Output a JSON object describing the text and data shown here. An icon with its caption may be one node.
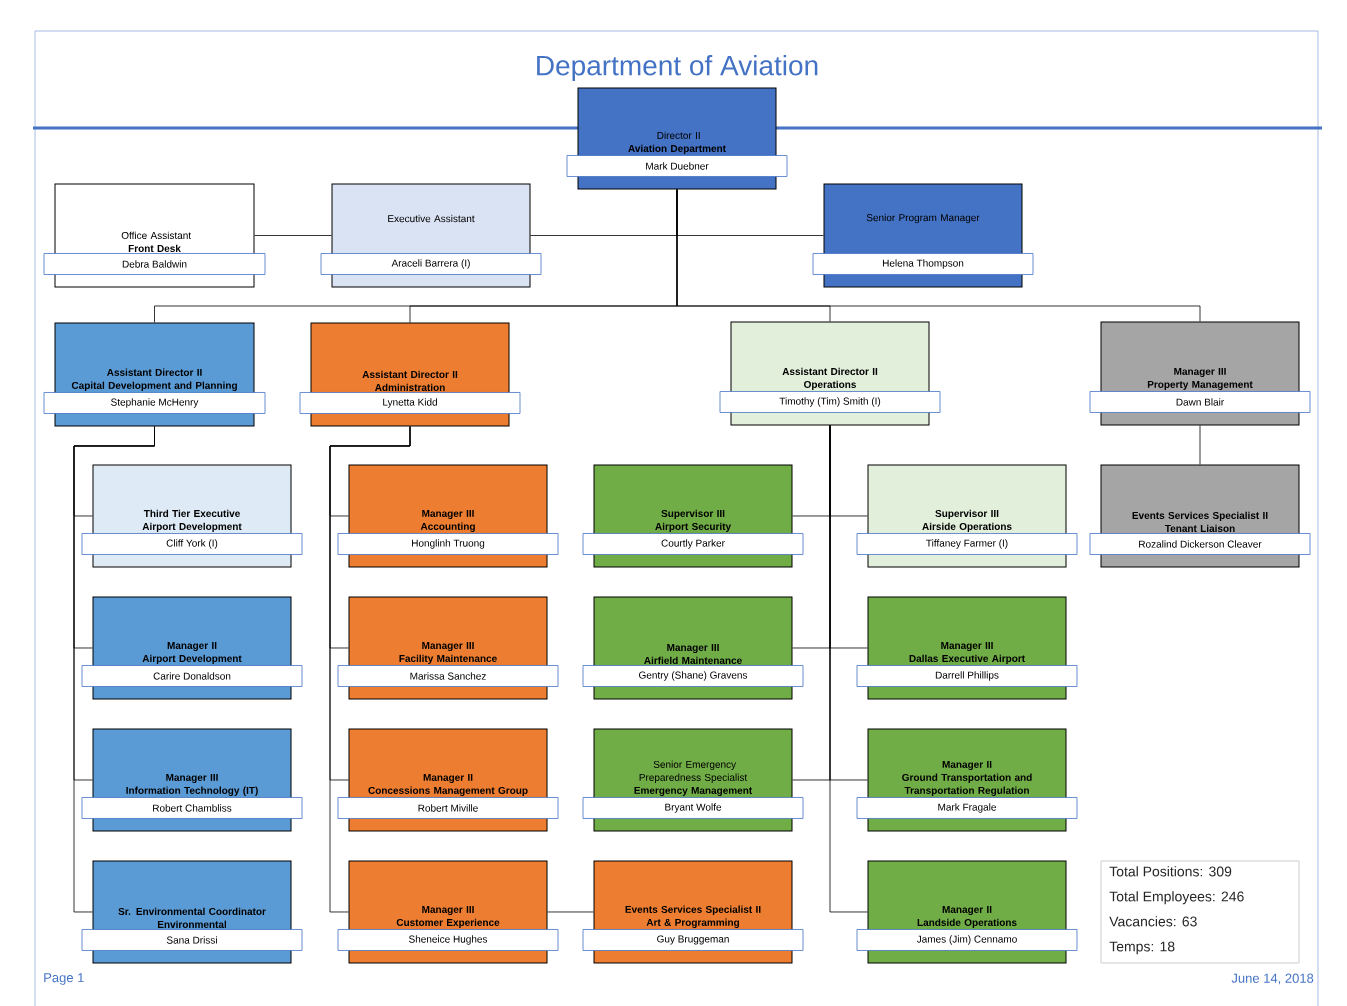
{
  "diagram": {
    "title": "Department of Aviation",
    "nodes": [
      {
        "text": [
          "Director II",
          "Aviation Department",
          "Mark Duebner"
        ]
      },
      {
        "text": [
          "Office Assistant",
          "Front Desk",
          "Debra Baldwin"
        ]
      },
      {
        "text": [
          "Executive Assistant",
          "Araceli Barrera (I)"
        ]
      },
      {
        "text": [
          "Senior Program Manager",
          "Helena Thompson"
        ]
      },
      {
        "text": [
          "Assistant Director II",
          "Capital Development and Planning",
          "Stephanie McHenry"
        ]
      },
      {
        "text": [
          "Assistant Director II",
          "Administration",
          "Lynetta Kidd"
        ]
      },
      {
        "text": [
          "Assistant Director II",
          "Operations",
          "Timothy (Tim) Smith (I)"
        ]
      },
      {
        "text": [
          "Manager III",
          "Property Management",
          "Dawn Blair"
        ]
      },
      {
        "text": [
          "Third Tier Executive",
          "Airport Development",
          "Cliff York (I)"
        ]
      },
      {
        "text": [
          "Manager II",
          "Airport Development",
          "Carire Donaldson"
        ]
      },
      {
        "text": [
          "Manager III",
          "Information Technology (IT)",
          "Robert Chambliss"
        ]
      },
      {
        "text": [
          "Sr. Environmental Coordinator",
          "Environmental",
          "Sana Drissi"
        ]
      },
      {
        "text": [
          "Manager III",
          "Accounting",
          "Honglinh Truong"
        ]
      },
      {
        "text": [
          "Manager III",
          "Facility Maintenance",
          "Marissa Sanchez"
        ]
      },
      {
        "text": [
          "Manager II",
          "Concessions Management Group",
          "Robert Miville"
        ]
      },
      {
        "text": [
          "Manager III",
          "Customer Experience",
          "Sheneice Hughes"
        ]
      },
      {
        "text": [
          "Events Services Specialist II",
          "Art & Programming",
          "Guy Bruggeman"
        ]
      },
      {
        "text": [
          "Supervisor III",
          "Airport Security",
          "Courtly Parker"
        ]
      },
      {
        "text": [
          "Manager III",
          "Airfield Maintenance",
          "Gentry (Shane) Gravens"
        ]
      },
      {
        "text": [
          "Senior Emergency Preparedness Specialist",
          "Emergency Management",
          "Bryant Wolfe"
        ]
      },
      {
        "text": [
          "Supervisor III",
          "Airside Operations",
          "Tiffaney Farmer (I)"
        ]
      },
      {
        "text": [
          "Manager III",
          "Dallas Executive Airport",
          "Darrell Phillips"
        ]
      },
      {
        "text": [
          "Manager II",
          "Ground Transportation and Transportation Regulation",
          "Mark Fragale"
        ]
      },
      {
        "text": [
          "Manager II",
          "Landside Operations",
          "James (Jim) Cennamo"
        ]
      },
      {
        "text": [
          "Events Services Specialist II",
          "Tenant Liaison",
          "Rozalind Dickerson Cleaver"
        ]
      },
      {
        "text": [
          "Total Positions: 309",
          "Total Employees: 246",
          "Vacancies: 63",
          "Temps: 18"
        ]
      }
    ],
    "edges": [
      {
        "from": 0,
        "to": 2,
        "arrow": "none"
      },
      {
        "from": 2,
        "to": 1,
        "arrow": "none"
      },
      {
        "from": 0,
        "to": 3,
        "arrow": "none"
      },
      {
        "from": 0,
        "to": 4,
        "arrow": "none"
      },
      {
        "from": 0,
        "to": 5,
        "arrow": "none"
      },
      {
        "from": 0,
        "to": 6,
        "arrow": "none"
      },
      {
        "from": 0,
        "to": 7,
        "arrow": "none"
      },
      {
        "from": 4,
        "to": 8,
        "arrow": "none"
      },
      {
        "from": 4,
        "to": 9,
        "arrow": "none"
      },
      {
        "from": 4,
        "to": 10,
        "arrow": "none"
      },
      {
        "from": 4,
        "to": 11,
        "arrow": "none"
      },
      {
        "from": 5,
        "to": 12,
        "arrow": "none"
      },
      {
        "from": 5,
        "to": 13,
        "arrow": "none"
      },
      {
        "from": 5,
        "to": 14,
        "arrow": "none"
      },
      {
        "from": 5,
        "to": 15,
        "arrow": "none"
      },
      {
        "from": 15,
        "to": 16,
        "arrow": "none"
      },
      {
        "from": 6,
        "to": 17,
        "arrow": "none"
      },
      {
        "from": 6,
        "to": 18,
        "arrow": "none"
      },
      {
        "from": 6,
        "to": 19,
        "arrow": "none"
      },
      {
        "from": 6,
        "to": 20,
        "arrow": "none"
      },
      {
        "from": 6,
        "to": 21,
        "arrow": "none"
      },
      {
        "from": 6,
        "to": 22,
        "arrow": "none"
      },
      {
        "from": 6,
        "to": 23,
        "arrow": "none"
      },
      {
        "from": 7,
        "to": 24,
        "arrow": "none"
      }
    ],
    "labels": [
      "Page 1",
      "June 14, 2018"
    ]
  }
}
